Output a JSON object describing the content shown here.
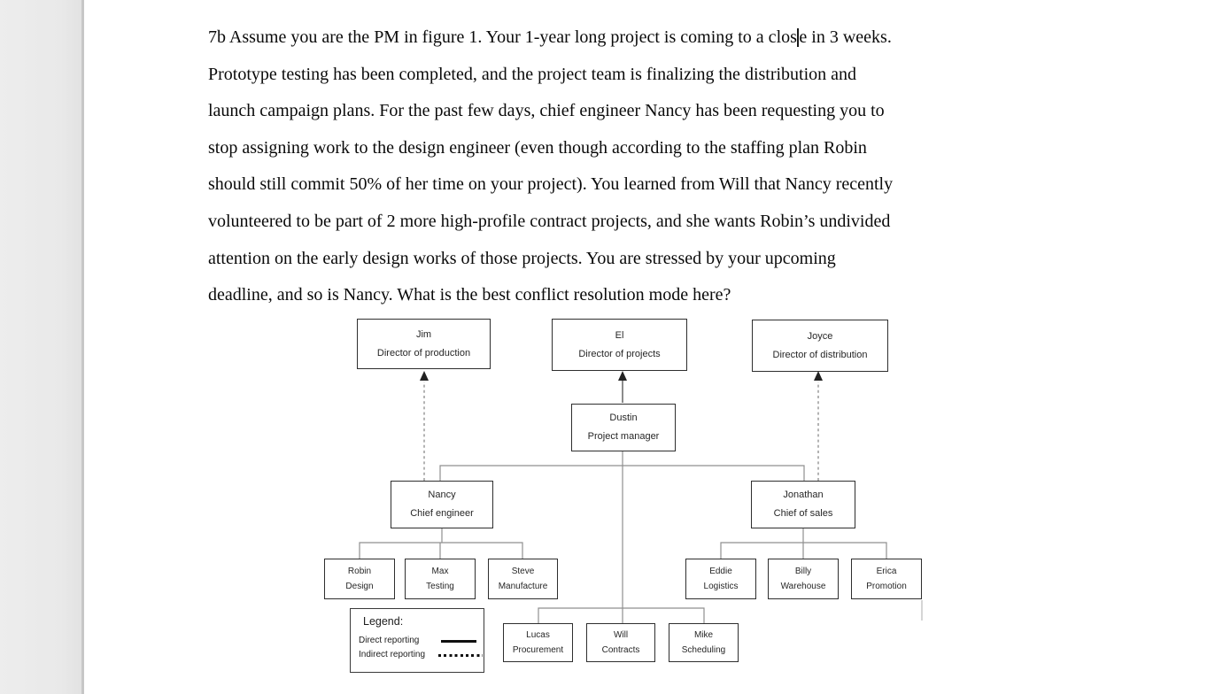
{
  "doc": {
    "l1_before_caret": "7b Assume you are the PM in figure 1. Your 1-year long project is coming to a clos",
    "l1_after_caret": "e in 3 weeks.",
    "lines": [
      "Prototype testing has been completed, and the project team is finalizing the distribution and",
      "launch campaign plans. For the past few days, chief engineer Nancy has been requesting you to",
      "stop assigning work to the design engineer (even though according to the staffing plan Robin",
      "should still commit 50% of her time on your project). You learned from Will that Nancy recently",
      "volunteered to be part of 2 more high-profile contract projects, and she wants Robin’s undivided",
      "attention on the early design works of those projects. You are stressed by your upcoming",
      "deadline, and so is Nancy. What is the best conflict resolution mode here?"
    ]
  },
  "chart": {
    "nodes": {
      "jim": {
        "name": "Jim",
        "role": "Director of production"
      },
      "el": {
        "name": "El",
        "role": "Director of projects"
      },
      "joyce": {
        "name": "Joyce",
        "role": "Director of distribution"
      },
      "dustin": {
        "name": "Dustin",
        "role": "Project manager"
      },
      "nancy": {
        "name": "Nancy",
        "role": "Chief engineer"
      },
      "jonathan": {
        "name": "Jonathan",
        "role": "Chief of sales"
      },
      "robin": {
        "name": "Robin",
        "role": "Design"
      },
      "max": {
        "name": "Max",
        "role": "Testing"
      },
      "steve": {
        "name": "Steve",
        "role": "Manufacture"
      },
      "eddie": {
        "name": "Eddie",
        "role": "Logistics"
      },
      "billy": {
        "name": "Billy",
        "role": "Warehouse"
      },
      "erica": {
        "name": "Erica",
        "role": "Promotion"
      },
      "lucas": {
        "name": "Lucas",
        "role": "Procurement"
      },
      "will": {
        "name": "Will",
        "role": "Contracts"
      },
      "mike": {
        "name": "Mike",
        "role": "Scheduling"
      }
    },
    "edges": [
      {
        "from": "dustin",
        "to": "el",
        "type": "direct-arrow"
      },
      {
        "from": "nancy",
        "to": "jim",
        "type": "indirect-arrow"
      },
      {
        "from": "jonathan",
        "to": "joyce",
        "type": "indirect-arrow"
      },
      {
        "from": "dustin",
        "to": "nancy",
        "type": "direct"
      },
      {
        "from": "dustin",
        "to": "jonathan",
        "type": "direct"
      },
      {
        "from": "nancy",
        "to": "robin",
        "type": "direct"
      },
      {
        "from": "nancy",
        "to": "max",
        "type": "direct"
      },
      {
        "from": "nancy",
        "to": "steve",
        "type": "direct"
      },
      {
        "from": "jonathan",
        "to": "eddie",
        "type": "direct"
      },
      {
        "from": "jonathan",
        "to": "billy",
        "type": "direct"
      },
      {
        "from": "jonathan",
        "to": "erica",
        "type": "direct"
      },
      {
        "from": "dustin",
        "to": "lucas",
        "type": "direct"
      },
      {
        "from": "dustin",
        "to": "will",
        "type": "direct"
      },
      {
        "from": "dustin",
        "to": "mike",
        "type": "direct"
      }
    ],
    "legend": {
      "title": "Legend:",
      "direct_label": "Direct reporting",
      "indirect_label": "Indirect reporting"
    },
    "colors": {
      "connector": "#8f8f8f",
      "box_border": "#2e2e2e",
      "arrowhead": "#222222",
      "dashed": "#8a8a8a"
    }
  }
}
